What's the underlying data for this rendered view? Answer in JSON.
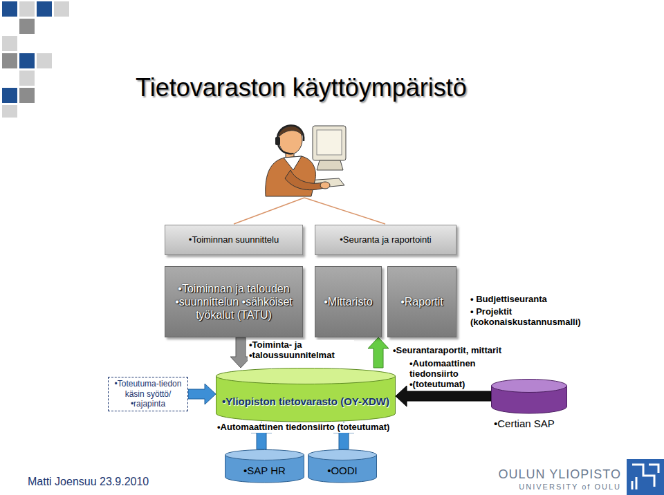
{
  "diagram": {
    "title": "Tietovaraston käyttöympäristö",
    "nodes": [
      {
        "text": [
          "•Toiminnan suunnittelu"
        ]
      },
      {
        "text": [
          "•Seuranta ja raportointi"
        ]
      },
      {
        "text": [
          "•Toiminnan ja talouden •suunnittelun •sähköiset työkalut (TATU)"
        ]
      },
      {
        "text": [
          "•Mittaristo"
        ]
      },
      {
        "text": [
          "•Raportit"
        ]
      },
      {
        "text": [
          "•Toteutuma-tiedon käsin syöttö/ •rajapinta"
        ]
      },
      {
        "text": [
          "•Yliopiston tietovarasto (OY-XDW)"
        ]
      },
      {
        "text": [
          "•Certian SAP"
        ]
      },
      {
        "text": [
          "•SAP HR"
        ]
      },
      {
        "text": [
          "•OODI"
        ]
      }
    ],
    "edges": [
      {
        "from": 2,
        "to": 6,
        "arrow": "to",
        "label": "•Toiminta- ja •taloussuunnitelmat"
      },
      {
        "from": 6,
        "to": 3,
        "arrow": "to",
        "label": "•Seurantaraportit, mittarit"
      },
      {
        "from": 5,
        "to": 6,
        "arrow": "to"
      },
      {
        "from": 7,
        "to": 6,
        "arrow": "to",
        "label": "•Automaattinen tiedonsiirto •(toteutumat)"
      },
      {
        "from": 8,
        "to": 6,
        "arrow": "to"
      },
      {
        "from": 9,
        "to": 6,
        "arrow": "to"
      }
    ],
    "labels": [
      "• Budjettiseuranta",
      "• Projektit (kokonaiskustannusmalli)",
      "•Automaattinen tiedonsiirto (toteutumat)",
      "Matti Joensuu 23.9.2010",
      "OULUN YLIOPISTO",
      "UNIVERSITY of OULU"
    ]
  }
}
